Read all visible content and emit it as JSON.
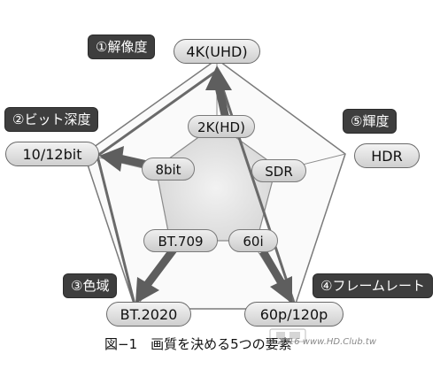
{
  "categories": {
    "resolution": "①解像度",
    "bit_depth": "②ビット深度",
    "gamut": "③色域",
    "frame_rate": "④フレームレート",
    "luminance": "⑤輝度"
  },
  "outer_values": {
    "resolution": "4K(UHD)",
    "bit_depth": "10/12bit",
    "gamut": "BT.2020",
    "frame_rate": "60p/120p",
    "luminance": "HDR"
  },
  "inner_values": {
    "resolution": "2K(HD)",
    "bit_depth": "8bit",
    "gamut": "BT.709",
    "frame_rate": "60i",
    "luminance": "SDR"
  },
  "caption": "図−1　画質を決める5つの要素",
  "watermark": "© 2016 www.HD.Club.tw",
  "colors": {
    "category_bg": "#3e3e3e",
    "arrow": "#5e5e5e",
    "outer_polygon": "#7a7a7a",
    "inner_fill": "#e2e2e2"
  }
}
